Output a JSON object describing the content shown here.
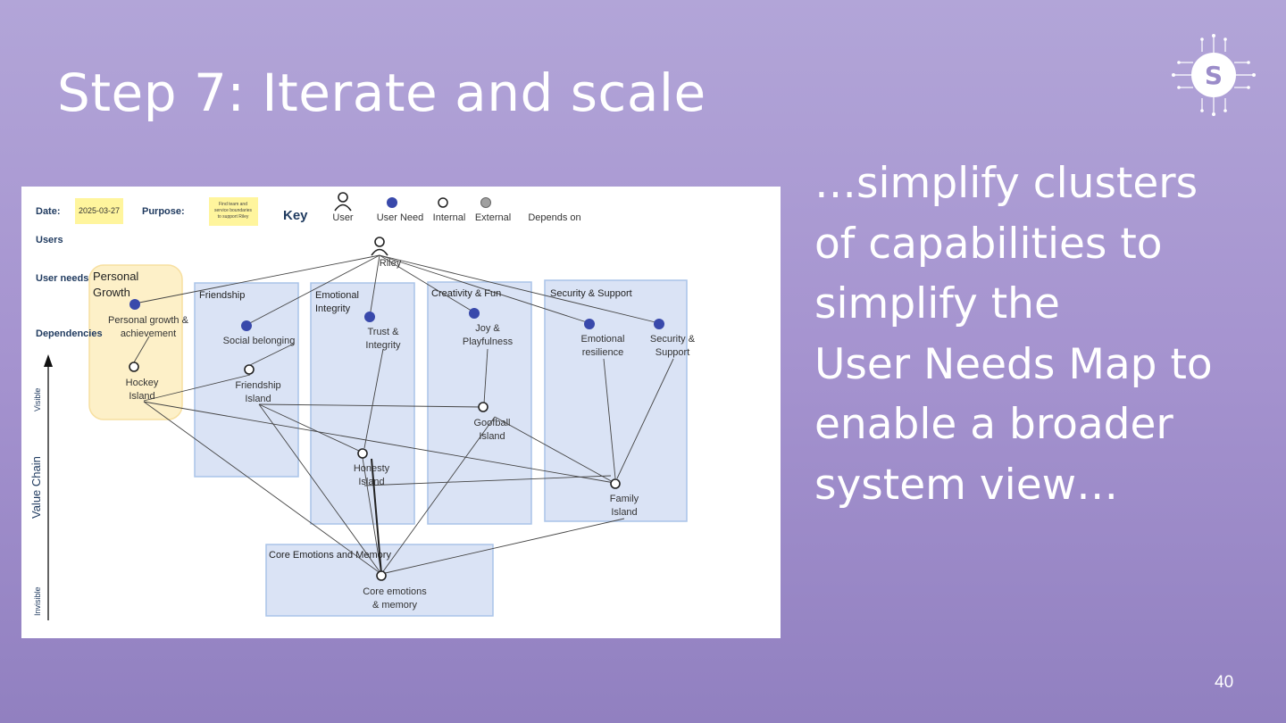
{
  "slide": {
    "title": "Step 7: Iterate and scale",
    "body_lines": [
      "…simplify clusters",
      "of capabilities to",
      "simplify the",
      "User Needs Map to",
      "enable a broader",
      "system view…"
    ],
    "page_number": "40",
    "logo_letter": "S"
  },
  "map": {
    "header": {
      "date_label": "Date:",
      "date_value": "2025-03-27",
      "purpose_label": "Purpose:",
      "purpose_lines": [
        "Find team and",
        "service boundaries",
        "to support Riley"
      ],
      "key_label": "Key",
      "key_items": [
        "User",
        "User Need",
        "Internal",
        "External",
        "Depends on"
      ]
    },
    "rows": {
      "users": "Users",
      "user_needs": "User needs",
      "dependencies": "Dependencies"
    },
    "axis": {
      "label": "Value Chain",
      "top": "Visible",
      "bottom": "Invisible"
    },
    "groups": {
      "personal_growth": [
        "Personal",
        "Growth"
      ],
      "friendship": "Friendship",
      "emotional_integrity": [
        "Emotional",
        "Integrity"
      ],
      "creativity": "Creativity & Fun",
      "security": "Security & Support",
      "core": "Core Emotions and Memory"
    },
    "user": "Riley",
    "needs": {
      "personal_growth": [
        "Personal growth &",
        "achievement"
      ],
      "social_belonging": "Social belonging",
      "trust": [
        "Trust &",
        "Integrity"
      ],
      "joy": [
        "Joy &",
        "Playfulness"
      ],
      "emotional_resilience": [
        "Emotional",
        "resilience"
      ],
      "security_support": [
        "Security &",
        "Support"
      ]
    },
    "deps": {
      "hockey": [
        "Hockey",
        "Island"
      ],
      "friendship": [
        "Friendship",
        "Island"
      ],
      "goofball": [
        "Goofball",
        "Island"
      ],
      "honesty": [
        "Honesty",
        "Island"
      ],
      "family": [
        "Family",
        "Island"
      ],
      "core": [
        "Core emotions",
        "& memory"
      ]
    },
    "colors": {
      "need_fill": "#3949ab",
      "group_fill": "#dae3f5",
      "group_stroke": "#a9c3e8",
      "highlight_fill": "#fdf0c8",
      "highlight_stroke": "#f7dfa0",
      "sticky": "#fff59d"
    }
  }
}
